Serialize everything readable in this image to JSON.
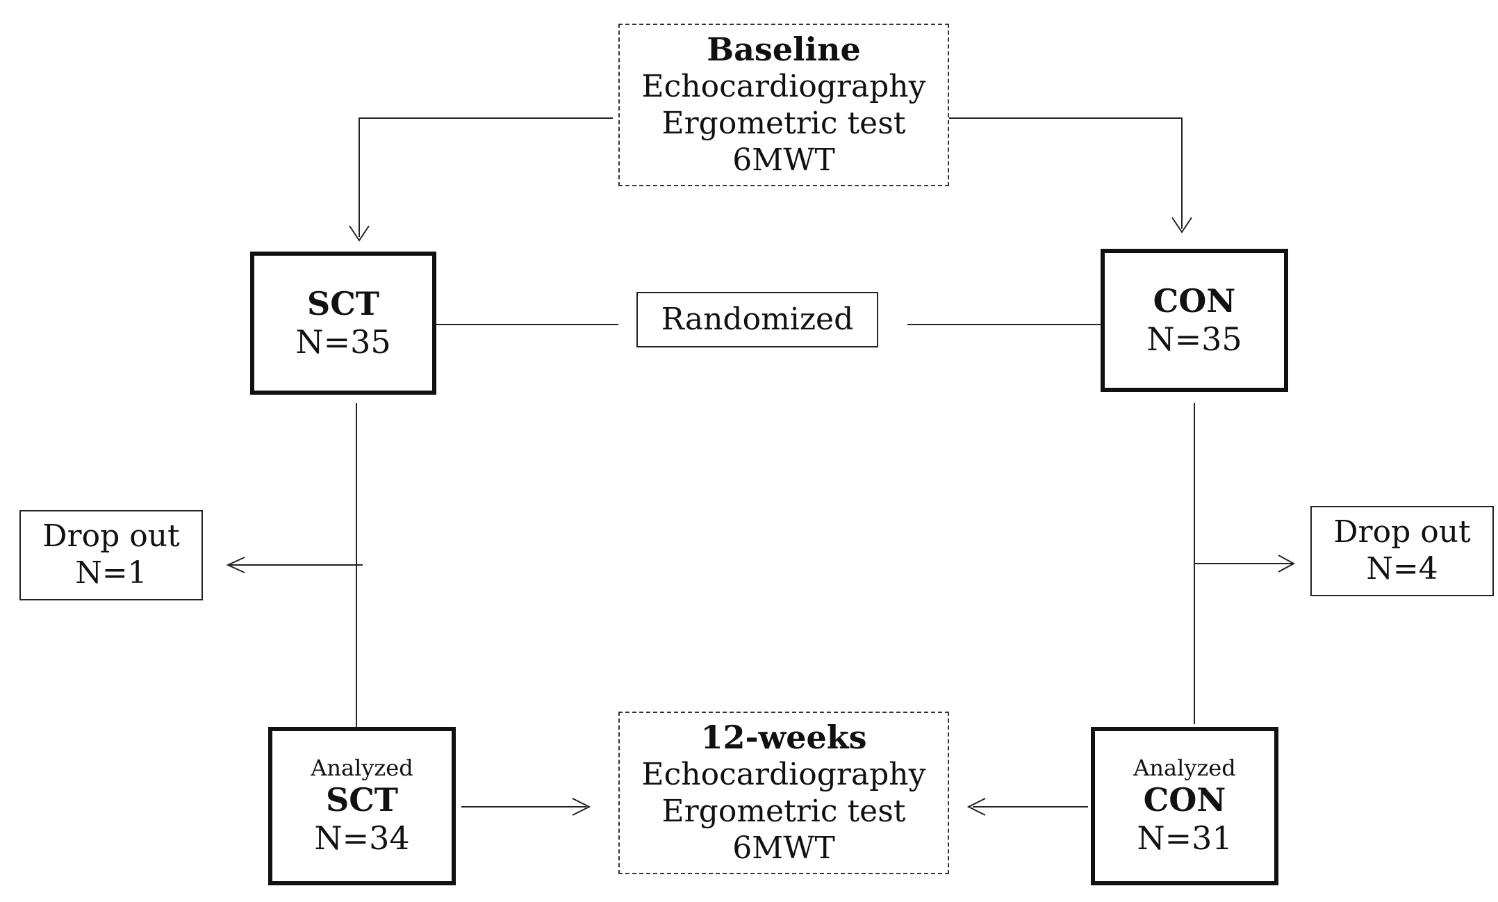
{
  "baseline": {
    "title": "Baseline",
    "items": [
      "Echocardiography",
      "Ergometric test",
      "6MWT"
    ]
  },
  "sct": {
    "label": "SCT",
    "n": "N=35"
  },
  "con": {
    "label": "CON",
    "n": "N=35"
  },
  "randomized": "Randomized",
  "dropout_left": {
    "label": "Drop out",
    "n": "N=1"
  },
  "dropout_right": {
    "label": "Drop out",
    "n": "N=4"
  },
  "analyzed_sct": {
    "caption": "Analyzed",
    "label": "SCT",
    "n": "N=34"
  },
  "analyzed_con": {
    "caption": "Analyzed",
    "label": "CON",
    "n": "N=31"
  },
  "followup": {
    "title": "12-weeks",
    "items": [
      "Echocardiography",
      "Ergometric test",
      "6MWT"
    ]
  }
}
